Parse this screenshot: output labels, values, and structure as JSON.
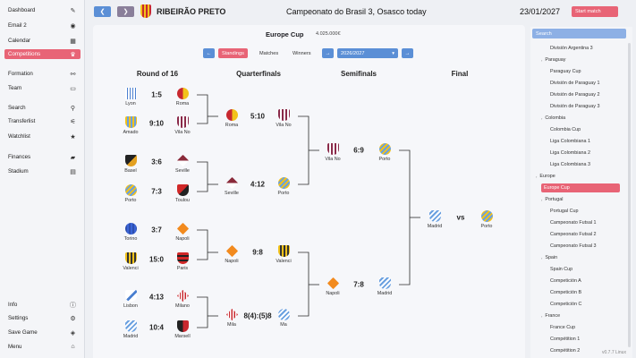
{
  "sidebar": {
    "top_items": [
      {
        "label": "Dashboard",
        "icon": "paperclip-icon",
        "glyph": "✎"
      },
      {
        "label": "Email 2",
        "icon": "eye-icon",
        "glyph": "◉"
      },
      {
        "label": "Calendar",
        "icon": "calendar-icon",
        "glyph": "▦"
      },
      {
        "label": "Competitions",
        "icon": "trophy-icon",
        "glyph": "♛"
      },
      {
        "label": "Formation",
        "icon": "tactics-icon",
        "glyph": "⚯"
      },
      {
        "label": "Team",
        "icon": "team-icon",
        "glyph": "▭"
      },
      {
        "label": "Search",
        "icon": "search-icon",
        "glyph": "⚲"
      },
      {
        "label": "Transferlist",
        "icon": "transfer-icon",
        "glyph": "⚟"
      },
      {
        "label": "Watchlist",
        "icon": "star-icon",
        "glyph": "★"
      },
      {
        "label": "Finances",
        "icon": "money-icon",
        "glyph": "▰"
      },
      {
        "label": "Stadium",
        "icon": "stadium-icon",
        "glyph": "▤"
      }
    ],
    "bottom_items": [
      {
        "label": "Info",
        "icon": "info-icon",
        "glyph": "ⓘ"
      },
      {
        "label": "Settings",
        "icon": "gear-icon",
        "glyph": "⚙"
      },
      {
        "label": "Save Game",
        "icon": "save-icon",
        "glyph": "◈"
      },
      {
        "label": "Menu",
        "icon": "home-icon",
        "glyph": "⌂"
      }
    ],
    "active": "Competitions"
  },
  "topbar": {
    "club": "RIBEIRÃO PRETO",
    "title": "Campeonato do Brasil 3, Osasco today",
    "date": "23/01/2027",
    "start_button": "Start match",
    "back_arrow": "❮",
    "forward_arrow": "❯"
  },
  "cup": {
    "title": "Europe Cup",
    "prize": "4.025.000€",
    "tabs": [
      "Standings",
      "Matches",
      "Winners"
    ],
    "active_tab": "Standings",
    "season": "2026/2027",
    "rounds": [
      "Round of 16",
      "Quarterfinals",
      "Semifinals",
      "Final"
    ]
  },
  "bracket": {
    "round16": [
      {
        "home": "Lyon",
        "away": "Roma",
        "score": "1:5"
      },
      {
        "home": "Amado",
        "away": "Vila No",
        "score": "9:10"
      },
      {
        "home": "Basel",
        "away": "Seville",
        "score": "3:6"
      },
      {
        "home": "Porto",
        "away": "Toulou",
        "score": "7:3"
      },
      {
        "home": "Torino",
        "away": "Napoli",
        "score": "3:7"
      },
      {
        "home": "Valenci",
        "away": "Paris",
        "score": "15:0"
      },
      {
        "home": "Lisbon",
        "away": "Milano",
        "score": "4:13"
      },
      {
        "home": "Madrid",
        "away": "Marsell",
        "score": "10:4"
      }
    ],
    "quarterfinals": [
      {
        "home": "Roma",
        "away": "Vila No",
        "score": "5:10"
      },
      {
        "home": "Seville",
        "away": "Porto",
        "score": "4:12"
      },
      {
        "home": "Napoli",
        "away": "Valenci",
        "score": "9:8"
      },
      {
        "home": "Mila",
        "away": "Ma",
        "score": "8(4):(5)8"
      }
    ],
    "semifinals": [
      {
        "home": "Vila No",
        "away": "Porto",
        "score": "6:9"
      },
      {
        "home": "Napoli",
        "away": "Madrid",
        "score": "7:8"
      }
    ],
    "final": {
      "home": "Madrid",
      "away": "Porto",
      "score": "vs"
    }
  },
  "right_panel": {
    "search_placeholder": "Search",
    "items": [
      {
        "label": "División Argentina 3",
        "level": 2
      },
      {
        "label": "Paraguay",
        "level": 1
      },
      {
        "label": "Paraguay Cup",
        "level": 2
      },
      {
        "label": "División de Paraguay 1",
        "level": 2
      },
      {
        "label": "División de Paraguay 2",
        "level": 2
      },
      {
        "label": "División de Paraguay 3",
        "level": 2
      },
      {
        "label": "Colombia",
        "level": 1
      },
      {
        "label": "Colombia Cup",
        "level": 2
      },
      {
        "label": "Liga Colombiana 1",
        "level": 2
      },
      {
        "label": "Liga Colombiana 2",
        "level": 2
      },
      {
        "label": "Liga Colombiana 3",
        "level": 2
      },
      {
        "label": "Europe",
        "level": 0
      },
      {
        "label": "Europe Cup",
        "level": 1
      },
      {
        "label": "Portugal",
        "level": 1
      },
      {
        "label": "Portugal Cup",
        "level": 2
      },
      {
        "label": "Campeonato Futsal 1",
        "level": 2
      },
      {
        "label": "Campeonato Futsal 2",
        "level": 2
      },
      {
        "label": "Campeonato Futsal 3",
        "level": 2
      },
      {
        "label": "Spain",
        "level": 1
      },
      {
        "label": "Spain Cup",
        "level": 2
      },
      {
        "label": "Competición A",
        "level": 2
      },
      {
        "label": "Competición B",
        "level": 2
      },
      {
        "label": "Competición C",
        "level": 2
      },
      {
        "label": "France",
        "level": 1
      },
      {
        "label": "France Cup",
        "level": 2
      },
      {
        "label": "Compétition 1",
        "level": 2
      },
      {
        "label": "Compétition 2",
        "level": 2
      }
    ],
    "active": "Europe Cup"
  },
  "version": "v0.7.7 Linux",
  "colors": {
    "accent": "#e86476",
    "blue": "#5b8fd6",
    "background": "#eef0f4"
  }
}
